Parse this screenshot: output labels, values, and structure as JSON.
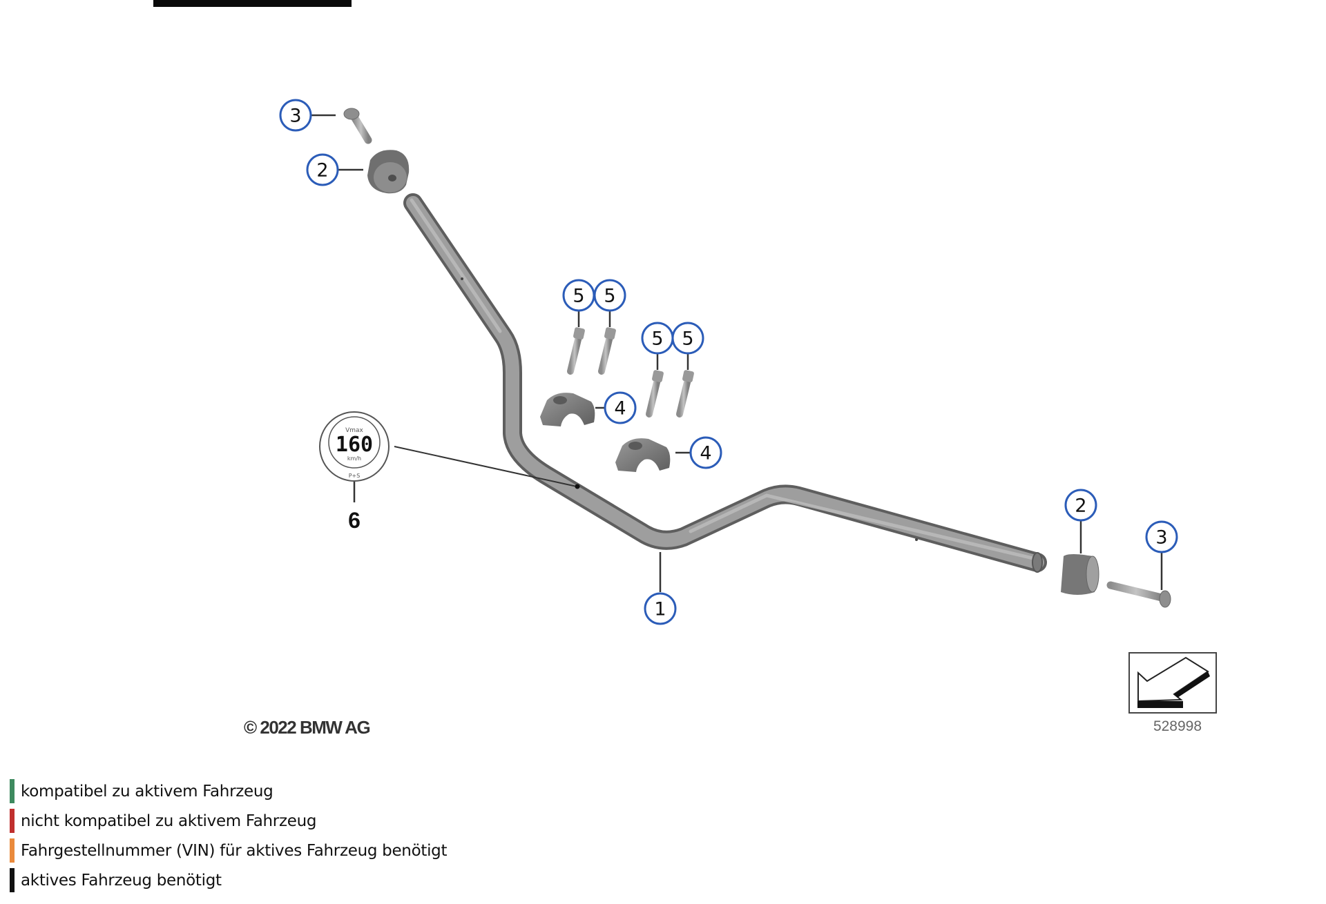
{
  "diagram": {
    "copyright": "© 2022 BMW AG",
    "drawing_number": "528998",
    "callouts": [
      {
        "id": "callout-3-left",
        "label": "3"
      },
      {
        "id": "callout-2-left",
        "label": "2"
      },
      {
        "id": "callout-5-a",
        "label": "5"
      },
      {
        "id": "callout-5-b",
        "label": "5"
      },
      {
        "id": "callout-5-c",
        "label": "5"
      },
      {
        "id": "callout-5-d",
        "label": "5"
      },
      {
        "id": "callout-4-upper",
        "label": "4"
      },
      {
        "id": "callout-4-lower",
        "label": "4"
      },
      {
        "id": "callout-1",
        "label": "1"
      },
      {
        "id": "callout-2-right",
        "label": "2"
      },
      {
        "id": "callout-3-right",
        "label": "3"
      }
    ],
    "speed_badge": {
      "top_text": "Vmax",
      "value": "160",
      "unit": "km/h",
      "bottom_text": "P+S",
      "part_number": "6"
    },
    "callout_color": "#2b5cb8"
  },
  "legend": {
    "items": [
      {
        "label": "kompatibel zu aktivem Fahrzeug",
        "color": "#3e8a5f"
      },
      {
        "label": "nicht kompatibel zu aktivem Fahrzeug",
        "color": "#c0302e"
      },
      {
        "label": "Fahrgestellnummer (VIN) für aktives Fahrzeug benötigt",
        "color": "#ea8a3c"
      },
      {
        "label": "aktives Fahrzeug benötigt",
        "color": "#111111"
      }
    ]
  }
}
